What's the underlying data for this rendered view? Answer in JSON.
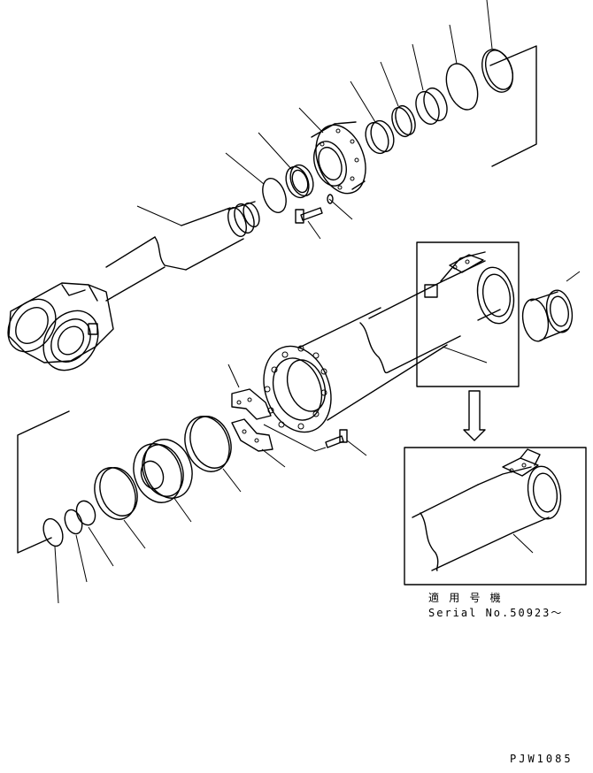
{
  "diagram": {
    "inset_caption_jp": "適 用 号 機",
    "inset_caption_serial": "Serial No.50923～",
    "drawing_code": "PJW1085"
  }
}
